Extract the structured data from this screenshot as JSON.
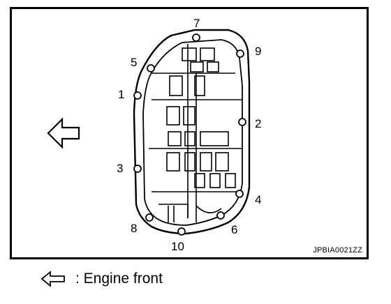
{
  "figure": {
    "reference_code": "JPBIA0021ZZ",
    "bolt_labels": [
      "1",
      "2",
      "3",
      "4",
      "5",
      "6",
      "7",
      "8",
      "9",
      "10"
    ],
    "arrow_icon": "left-arrow-outline-icon"
  },
  "legend": {
    "text": ": Engine front",
    "icon": "left-arrow-outline-icon"
  }
}
